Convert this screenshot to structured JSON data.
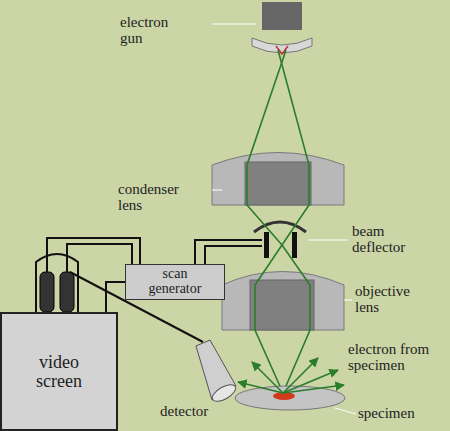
{
  "diagram": {
    "nodes": [
      {
        "text": [
          "scan generator"
        ]
      },
      {
        "text": [
          "video screen"
        ]
      }
    ],
    "edges": [
      {
        "from": 0,
        "to": 1,
        "arrow": "none"
      }
    ],
    "labels": [
      "electron gun",
      "condenser lens",
      "beam deflector",
      "objective lens",
      "electron from specimen",
      "detector",
      "specimen"
    ]
  }
}
